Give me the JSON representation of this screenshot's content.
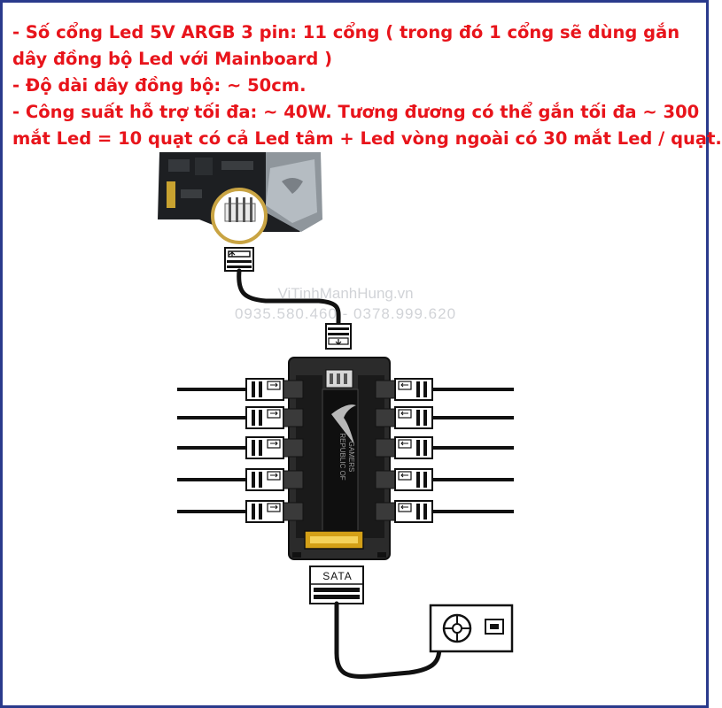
{
  "specs": {
    "line1": "- Số cổng Led 5V ARGB 3 pin: 11 cổng ( trong đó 1 cổng sẽ dùng gắn",
    "line2": "dây đồng bộ Led với Mainboard )",
    "line3": "- Độ dài dây đồng bộ: ~ 50cm.",
    "line4": "- Công suất hỗ trợ tối đa: ~ 40W. Tương đương có thể gắn tối đa ~ 300",
    "line5": "mắt Led = 10 quạt có cả Led tâm + Led vòng ngoài có 30 mắt Led / quạt."
  },
  "watermark": {
    "site": "ViTinhManhHung.vn",
    "phones": "0935.580.460 - 0378.999.620"
  },
  "connectors": {
    "sata_label": "SATA"
  },
  "hub": {
    "logo_text_1": "REPUBLIC OF",
    "logo_text_2": "GAMERS"
  },
  "colors": {
    "spec_text": "#e8141b",
    "frame": "#2a3a8c",
    "hub_body": "#2b2b2b",
    "pcb": "#111111",
    "accent": "#d4a017"
  }
}
